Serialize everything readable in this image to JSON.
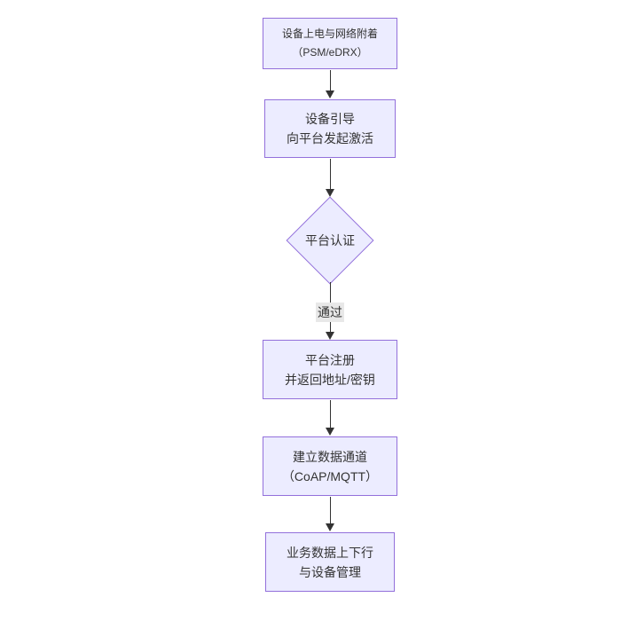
{
  "diagram": {
    "type": "flowchart-top-down",
    "nodes": [
      {
        "id": "power-attach",
        "shape": "rect",
        "lines": [
          "设备上电与网络附着",
          "（PSM/eDRX）"
        ]
      },
      {
        "id": "bootstrap",
        "shape": "rect",
        "lines": [
          "设备引导",
          "向平台发起激活"
        ]
      },
      {
        "id": "platform-auth",
        "shape": "diamond",
        "lines": [
          "平台认证"
        ]
      },
      {
        "id": "register",
        "shape": "rect",
        "lines": [
          "平台注册",
          "并返回地址/密钥"
        ]
      },
      {
        "id": "data-channel",
        "shape": "rect",
        "lines": [
          "建立数据通道",
          "（CoAP/MQTT）"
        ]
      },
      {
        "id": "business-data",
        "shape": "rect",
        "lines": [
          "业务数据上下行",
          "与设备管理"
        ]
      }
    ],
    "edges": [
      {
        "from": "power-attach",
        "to": "bootstrap",
        "label": ""
      },
      {
        "from": "bootstrap",
        "to": "platform-auth",
        "label": ""
      },
      {
        "from": "platform-auth",
        "to": "register",
        "label": "通过"
      },
      {
        "from": "register",
        "to": "data-channel",
        "label": ""
      },
      {
        "from": "data-channel",
        "to": "business-data",
        "label": ""
      }
    ],
    "colors": {
      "node_fill": "#ECECFF",
      "node_border": "#9370DB",
      "text": "#333333",
      "arrow": "#333333",
      "edge_label_bg": "#e8e8e8",
      "background": "#ffffff"
    }
  }
}
